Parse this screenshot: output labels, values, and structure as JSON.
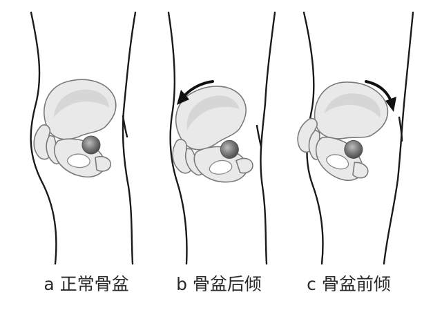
{
  "panels": [
    {
      "id": "a",
      "caption": "a 正常骨盆",
      "rotation": "none"
    },
    {
      "id": "b",
      "caption": "b 骨盆后倾",
      "rotation": "counterclockwise"
    },
    {
      "id": "c",
      "caption": "c 骨盆前倾",
      "rotation": "clockwise"
    }
  ],
  "colors": {
    "outline": "#1a1a1a",
    "bone_fill": "#e9e9e9",
    "bone_stroke": "#7a7a7a",
    "femoral_head": "#6e6e6e",
    "arrow": "#111111",
    "background": "#ffffff"
  }
}
